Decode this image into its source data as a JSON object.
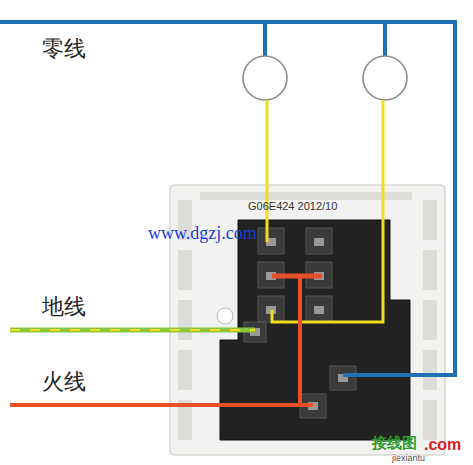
{
  "diagram": {
    "labels": [
      "零线",
      "地线",
      "火线",
      "G06E424 2012/10",
      "www.dgzj.com",
      "接线图",
      ".com",
      "jiexiantu"
    ]
  }
}
